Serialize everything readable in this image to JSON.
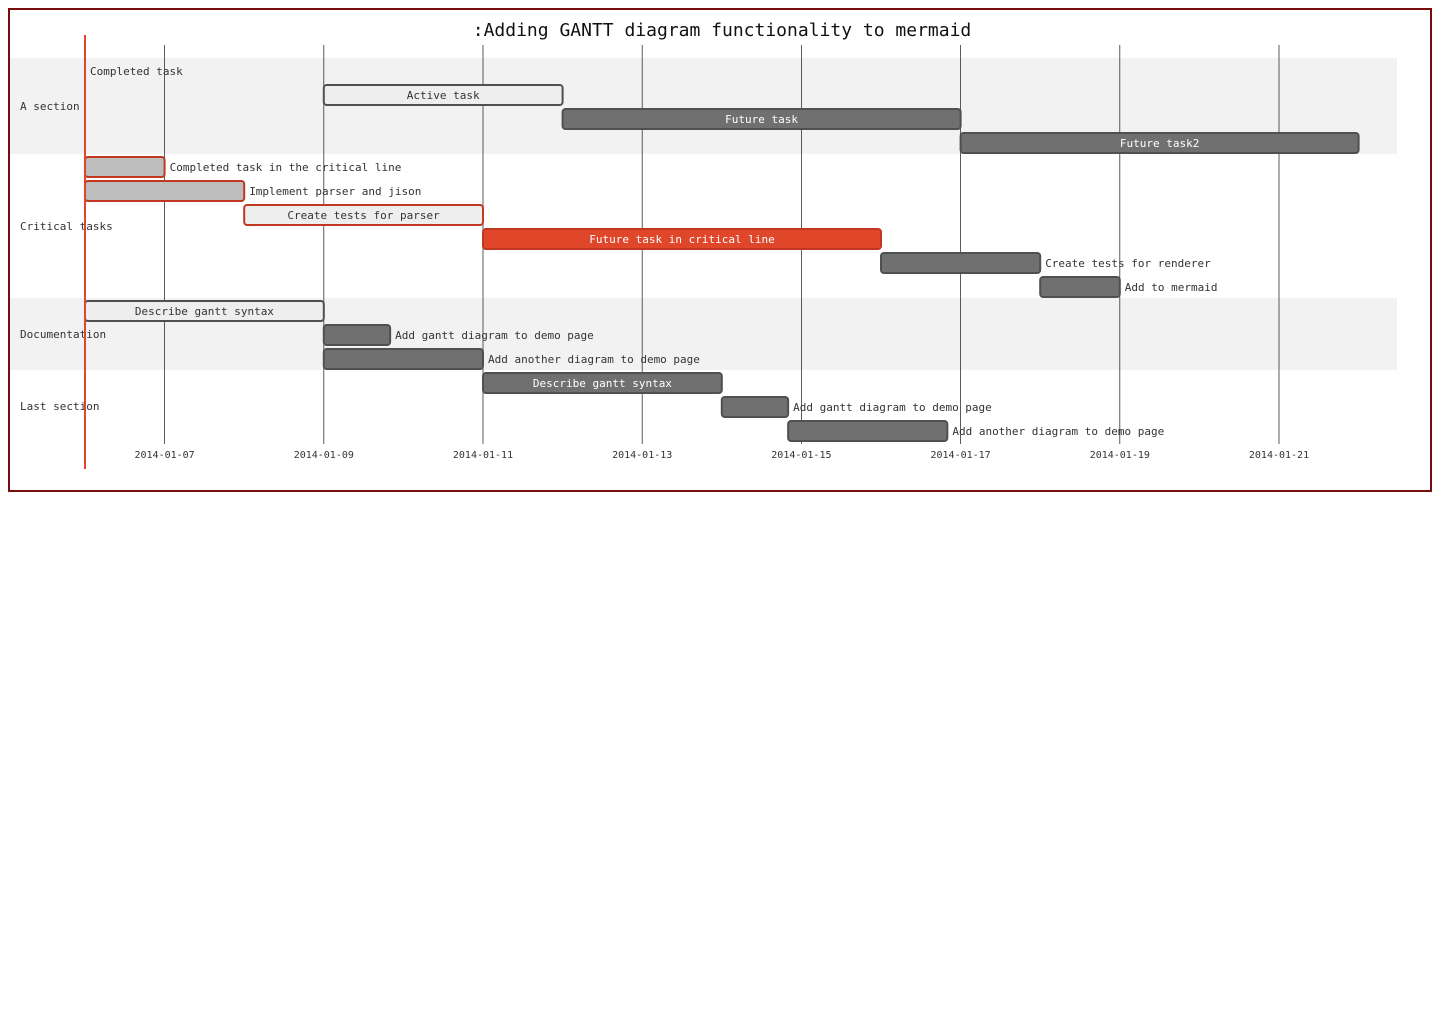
{
  "diagram": {
    "title": ":Adding GANTT diagram functionality to mermaid",
    "today": "2014-01-06",
    "colors": {
      "border": "#7b0c0c",
      "section_band": "#f2f2f2",
      "grid": "#333333",
      "today_line": "#e0462a",
      "done_fill": "#bdbdbd",
      "active_fill": "#eeeeee",
      "future_fill": "#707070",
      "future_stroke": "#505050",
      "crit_stroke": "#c0381f",
      "crit_fill": "#e0462a",
      "label_dark": "#333333",
      "label_light": "#ffffff"
    },
    "sections": [
      {
        "name": "A section",
        "band": true
      },
      {
        "name": "Critical tasks",
        "band": false
      },
      {
        "name": "Documentation",
        "band": true
      },
      {
        "name": "Last section",
        "band": false
      }
    ],
    "ticks": [
      "2014-01-07",
      "2014-01-09",
      "2014-01-11",
      "2014-01-13",
      "2014-01-15",
      "2014-01-17",
      "2014-01-19",
      "2014-01-21"
    ],
    "tasks": [
      {
        "label": "Completed task",
        "section": 0,
        "start": "2014-01-06",
        "end": "2014-01-06",
        "status": "done",
        "crit": false
      },
      {
        "label": "Active task",
        "section": 0,
        "start": "2014-01-09",
        "end": "2014-01-12",
        "status": "active",
        "crit": false
      },
      {
        "label": "Future task",
        "section": 0,
        "start": "2014-01-12",
        "end": "2014-01-17",
        "status": "future",
        "crit": false
      },
      {
        "label": "Future task2",
        "section": 0,
        "start": "2014-01-17",
        "end": "2014-01-22",
        "status": "future",
        "crit": false
      },
      {
        "label": "Completed task in the critical line",
        "section": 1,
        "start": "2014-01-06",
        "end": "2014-01-07",
        "status": "done",
        "crit": true
      },
      {
        "label": "Implement parser and jison",
        "section": 1,
        "start": "2014-01-06",
        "end": "2014-01-08",
        "status": "done",
        "crit": true
      },
      {
        "label": "Create tests for parser",
        "section": 1,
        "start": "2014-01-08",
        "end": "2014-01-11",
        "status": "active",
        "crit": true
      },
      {
        "label": "Future task in critical line",
        "section": 1,
        "start": "2014-01-11",
        "end": "2014-01-16",
        "status": "future",
        "crit": true
      },
      {
        "label": "Create tests for renderer",
        "section": 1,
        "start": "2014-01-16",
        "end": "2014-01-18",
        "status": "future",
        "crit": false
      },
      {
        "label": "Add to mermaid",
        "section": 1,
        "start": "2014-01-18",
        "end": "2014-01-19",
        "status": "future",
        "crit": false
      },
      {
        "label": "Describe gantt syntax",
        "section": 2,
        "start": "2014-01-06",
        "end": "2014-01-09",
        "status": "active",
        "crit": false
      },
      {
        "label": "Add gantt diagram to demo page",
        "section": 2,
        "start": "2014-01-09",
        "end": "2014-01-09 20:00",
        "status": "future",
        "crit": false
      },
      {
        "label": "Add another diagram to demo page",
        "section": 2,
        "start": "2014-01-09",
        "end": "2014-01-11",
        "status": "future",
        "crit": false
      },
      {
        "label": "Describe gantt syntax",
        "section": 3,
        "start": "2014-01-11",
        "end": "2014-01-14",
        "status": "future",
        "crit": false
      },
      {
        "label": "Add gantt diagram to demo page",
        "section": 3,
        "start": "2014-01-14",
        "end": "2014-01-14 20:00",
        "status": "future",
        "crit": false
      },
      {
        "label": "Add another diagram to demo page",
        "section": 3,
        "start": "2014-01-14 20:00",
        "end": "2014-01-16 20:00",
        "status": "future",
        "crit": false
      }
    ]
  }
}
